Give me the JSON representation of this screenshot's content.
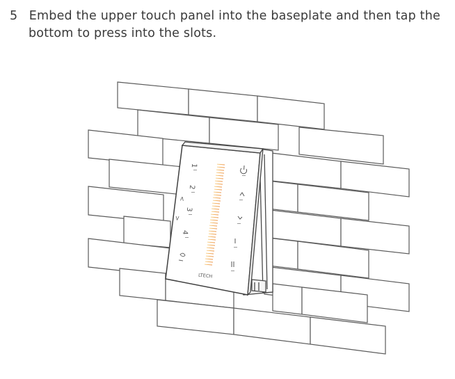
{
  "instruction": {
    "step_number": "5",
    "line1": "Embed the upper touch panel into the baseplate and then tap the",
    "line2": "bottom to press into the slots."
  },
  "panel": {
    "brand": "LTECH",
    "zones": [
      "1",
      "2",
      "3",
      "4"
    ],
    "icons": [
      "power-icon",
      "brightness-up-icon",
      "brightness-down-icon",
      "on-icon",
      "off-icon",
      "color-temperature-icon"
    ],
    "gradient_colors": [
      "#f5d27a",
      "#f0a25a",
      "#e07a3a"
    ]
  }
}
